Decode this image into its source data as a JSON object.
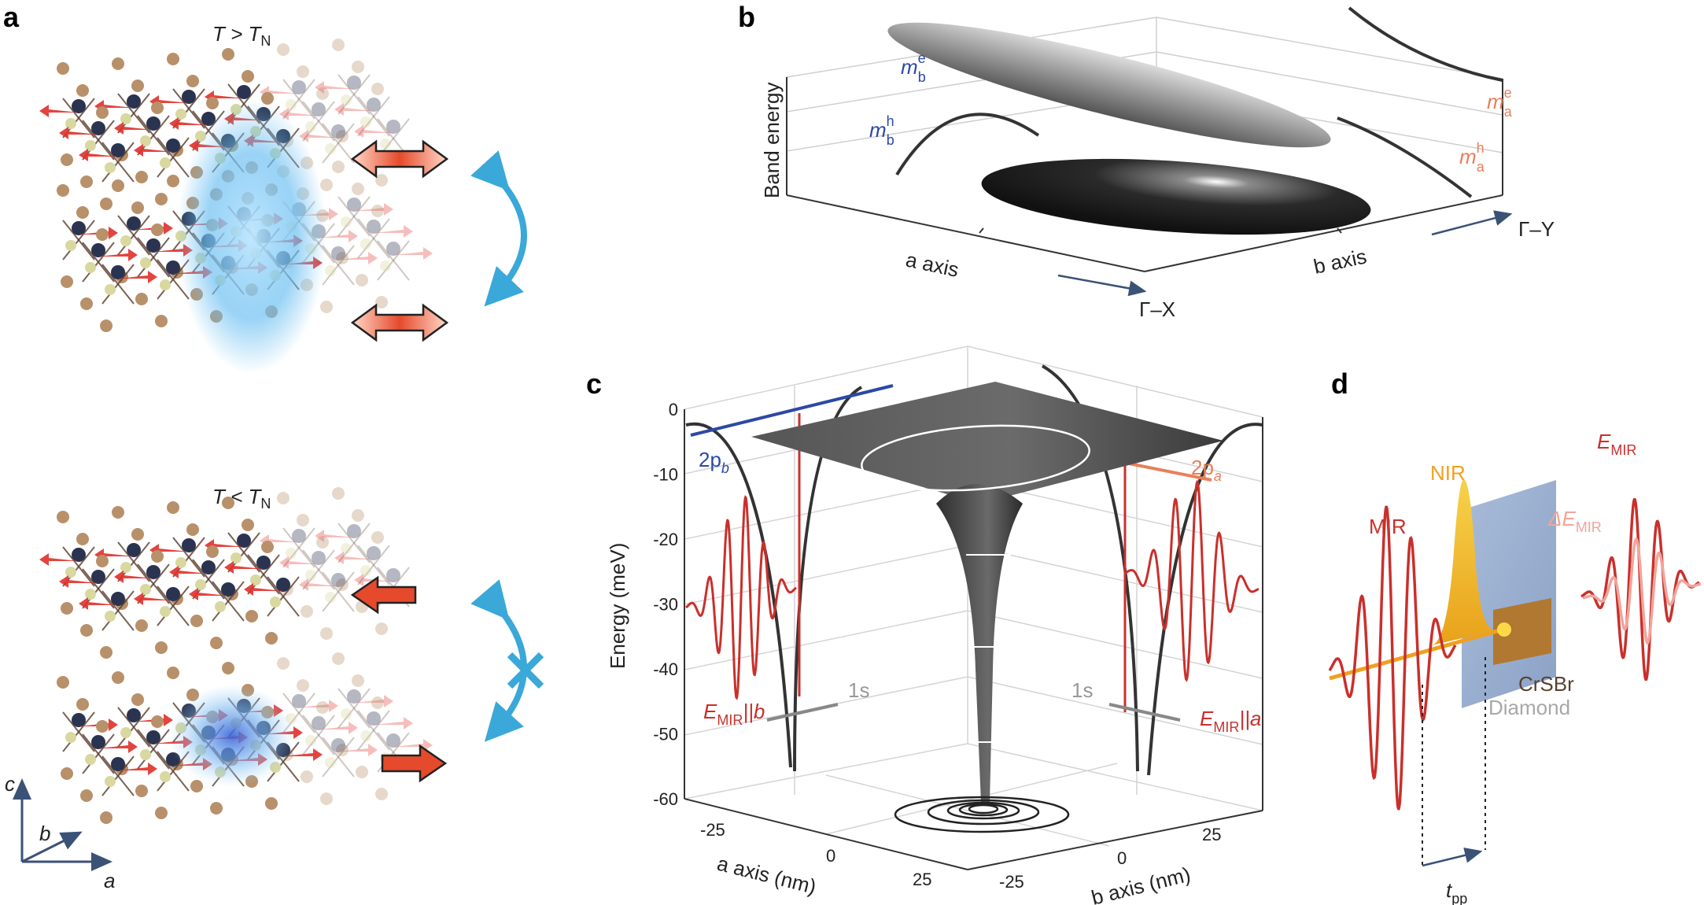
{
  "panels": {
    "a": {
      "label": "a",
      "top_condition": "T > T",
      "top_sub": "N",
      "bottom_condition": "T < T",
      "bottom_sub": "N",
      "axes": {
        "c": "c",
        "b": "b",
        "a": "a"
      }
    },
    "b": {
      "label": "b",
      "ylabel": "Band energy",
      "a_axis": "a axis",
      "b_axis": "b axis",
      "gx": "Γ–X",
      "gy": "Γ–Y",
      "meb": "m",
      "meb_sup": "e",
      "meb_sub": "b",
      "mhb": "m",
      "mhb_sup": "h",
      "mhb_sub": "b",
      "mea": "m",
      "mea_sup": "e",
      "mea_sub": "a",
      "mha": "m",
      "mha_sup": "h",
      "mha_sub": "a"
    },
    "c": {
      "label": "c",
      "ylabel": "Energy (meV)",
      "xlabel": "a axis (nm)",
      "zlabel": "b axis (nm)",
      "yticks": [
        "0",
        "-10",
        "-20",
        "-30",
        "-40",
        "-50",
        "-60"
      ],
      "xticks": [
        "-25",
        "0",
        "25"
      ],
      "zticks": [
        "-25",
        "0",
        "25"
      ],
      "p2b": "2p",
      "p2b_sub": "b",
      "p2a": "2p",
      "p2a_sub": "a",
      "s1_left": "1s",
      "s1_right": "1s",
      "emir_b": "E",
      "emir_b_sub": "MIR",
      "emir_b_tail": "||b",
      "emir_a": "E",
      "emir_a_sub": "MIR",
      "emir_a_tail": "||a"
    },
    "d": {
      "label": "d",
      "mir": "MIR",
      "nir": "NIR",
      "emir": "E",
      "emir_sub": "MIR",
      "demir": "ΔE",
      "demir_sub": "MIR",
      "crsbr": "CrSBr",
      "diamond": "Diamond",
      "tpp": "t",
      "tpp_sub": "pp"
    }
  },
  "colors": {
    "blue_text": "#2c49a6",
    "orange_text": "#e8805a",
    "red_wave": "#c9302c",
    "cyan_arrow": "#3aa8d8",
    "surface_dark": "#3a3a3a"
  }
}
